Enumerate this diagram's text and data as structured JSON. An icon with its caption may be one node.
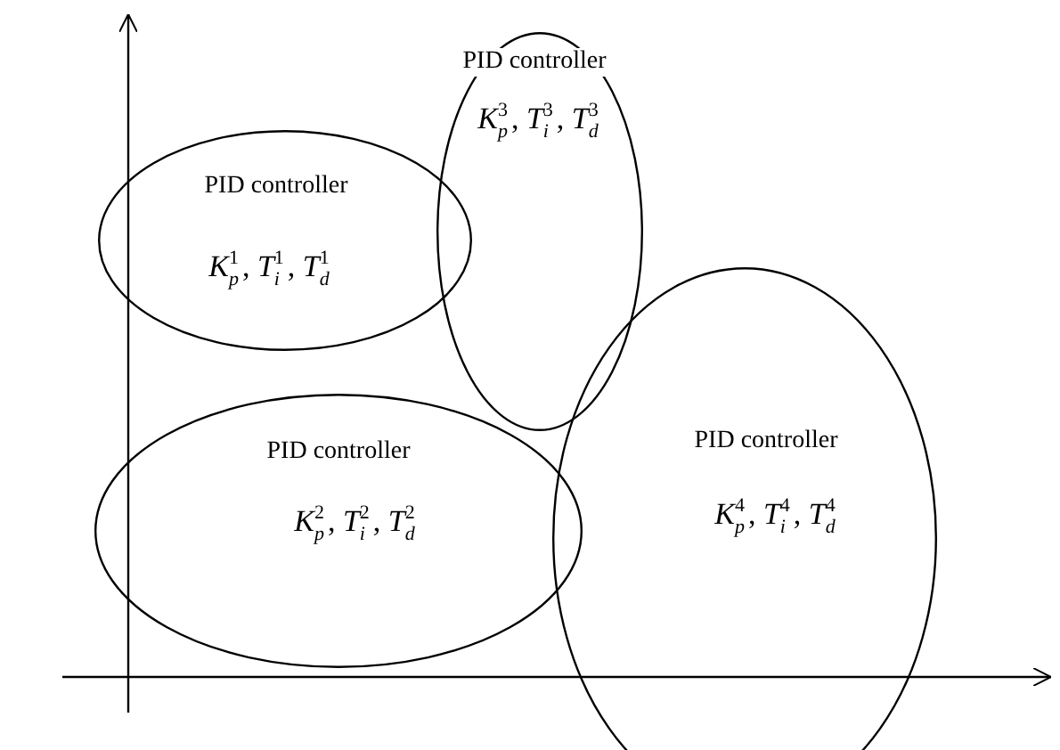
{
  "diagram": {
    "nodes": [
      {
        "text": [
          "PID controller",
          "*K*$_{p}$$^{1}$, *T*$_{i}$$^{1}$, *T*$_{d}$$^{1}$"
        ]
      },
      {
        "text": [
          "PID controller",
          "*K*$_{p}$$^{2}$, *T*$_{i}$$^{2}$, *T*$_{d}$$^{2}$"
        ]
      },
      {
        "text": [
          "PID controller",
          "*K*$_{p}$$^{3}$, *T*$_{i}$$^{3}$, *T*$_{d}$$^{3}$"
        ]
      },
      {
        "text": [
          "PID controller",
          "*K*$_{p}$$^{4}$, *T*$_{i}$$^{4}$, *T*$_{d}$$^{4}$"
        ]
      }
    ]
  }
}
